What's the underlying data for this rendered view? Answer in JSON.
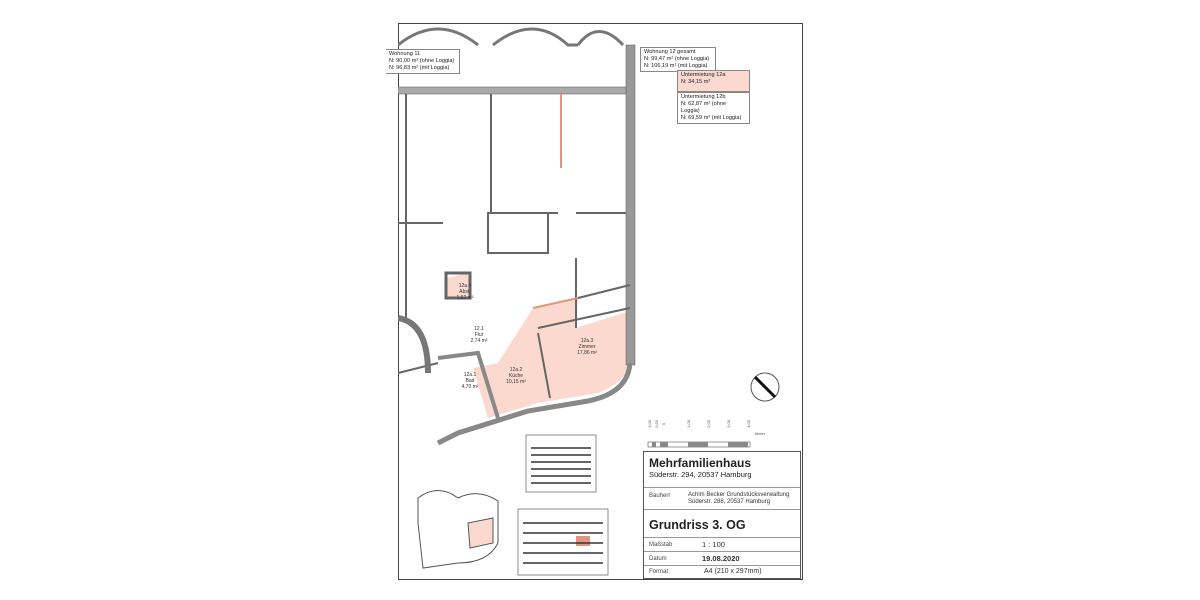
{
  "legend": {
    "wohnung11": {
      "title": "Wohnung 11",
      "line1": "N: 90,00 m² (ohne Loggia)",
      "line2": "N: 96,83 m² (mit Loggia)"
    },
    "wohnung12": {
      "title": "Wohnung 12 gesamt",
      "line1": "N: 99,47 m² (ohne Loggia)",
      "line2": "N: 106,19 m² (mit Loggia)"
    },
    "unter12a": {
      "title": "Untermietung 12a",
      "line1": "N: 34,15 m²"
    },
    "unter12b": {
      "title": "Untermietung 12b",
      "line1": "N: 62,87 m² (ohne Loggia)",
      "line2": "N: 69,59 m² (mit Loggia)"
    }
  },
  "rooms": [
    {
      "id": "12a.4",
      "name": "Abst.",
      "area": "1,62 m²"
    },
    {
      "id": "12.1",
      "name": "Flur",
      "area": "2,74 m²"
    },
    {
      "id": "12a.3",
      "name": "Zimmer",
      "area": "17,86 m²"
    },
    {
      "id": "12a.2",
      "name": "Küche",
      "area": "10,15 m²"
    },
    {
      "id": "12a.1",
      "name": "Bad",
      "area": "4,70 m²"
    }
  ],
  "scale_bar": {
    "ticks": [
      "1,00",
      "0,50",
      "0",
      "1,00",
      "2,00",
      "3,00",
      "4,00"
    ],
    "unit": "Meter"
  },
  "title_block": {
    "project": "Mehrfamilienhaus",
    "address": "Süderstr. 294, 20537 Hamburg",
    "client_label": "Bauherr",
    "client_name": "Achim Becker Grundstücksverwaltung",
    "client_address": "Süderstr. 288, 20537 Hamburg",
    "drawing_title": "Grundriss 3. OG",
    "scale_label": "Maßstab",
    "scale_value": "1 : 100",
    "date_label": "Datum",
    "date_value": "19.08.2020",
    "format_label": "Format",
    "format_value": "A4 (210 x 297mm)"
  },
  "colors": {
    "highlight": "#fbd9cf",
    "wall": "#9a9a9a",
    "accent_line": "#e0967e"
  }
}
